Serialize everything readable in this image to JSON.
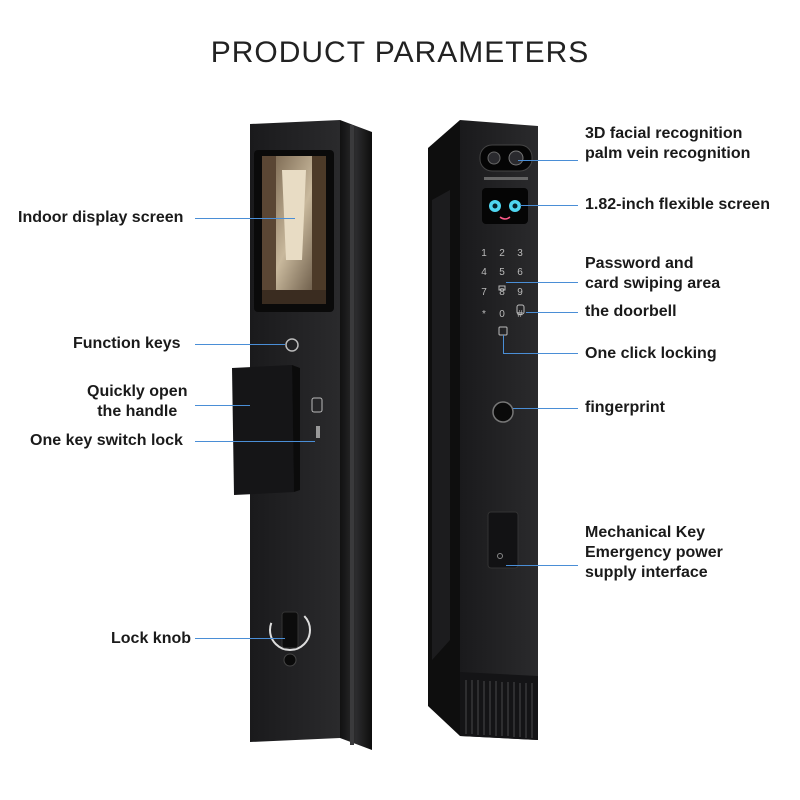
{
  "title": "PRODUCT PARAMETERS",
  "labels": {
    "indoor_display": "Indoor display screen",
    "function_keys": "Function keys",
    "quick_open_1": "Quickly open",
    "quick_open_2": "the handle",
    "switch_lock": "One key switch lock",
    "lock_knob": "Lock knob",
    "facial_1": "3D facial recognition",
    "facial_2": "palm vein recognition",
    "flex_screen": "1.82-inch flexible screen",
    "password_1": "Password and",
    "password_2": "card swiping area",
    "doorbell": "the doorbell",
    "one_click": "One click locking",
    "fingerprint": "fingerprint",
    "mech_1": "Mechanical Key",
    "mech_2": "Emergency power",
    "mech_3": "supply interface"
  },
  "keypad": [
    "1",
    "2",
    "3",
    "4",
    "5",
    "6",
    "7",
    "8",
    "9",
    "*",
    "0",
    "#"
  ],
  "colors": {
    "accent_line": "#4a8ed6",
    "body": "#1b1b1d",
    "face_eyes": "#4fd6f0",
    "face_mouth": "#ff5b8a"
  }
}
